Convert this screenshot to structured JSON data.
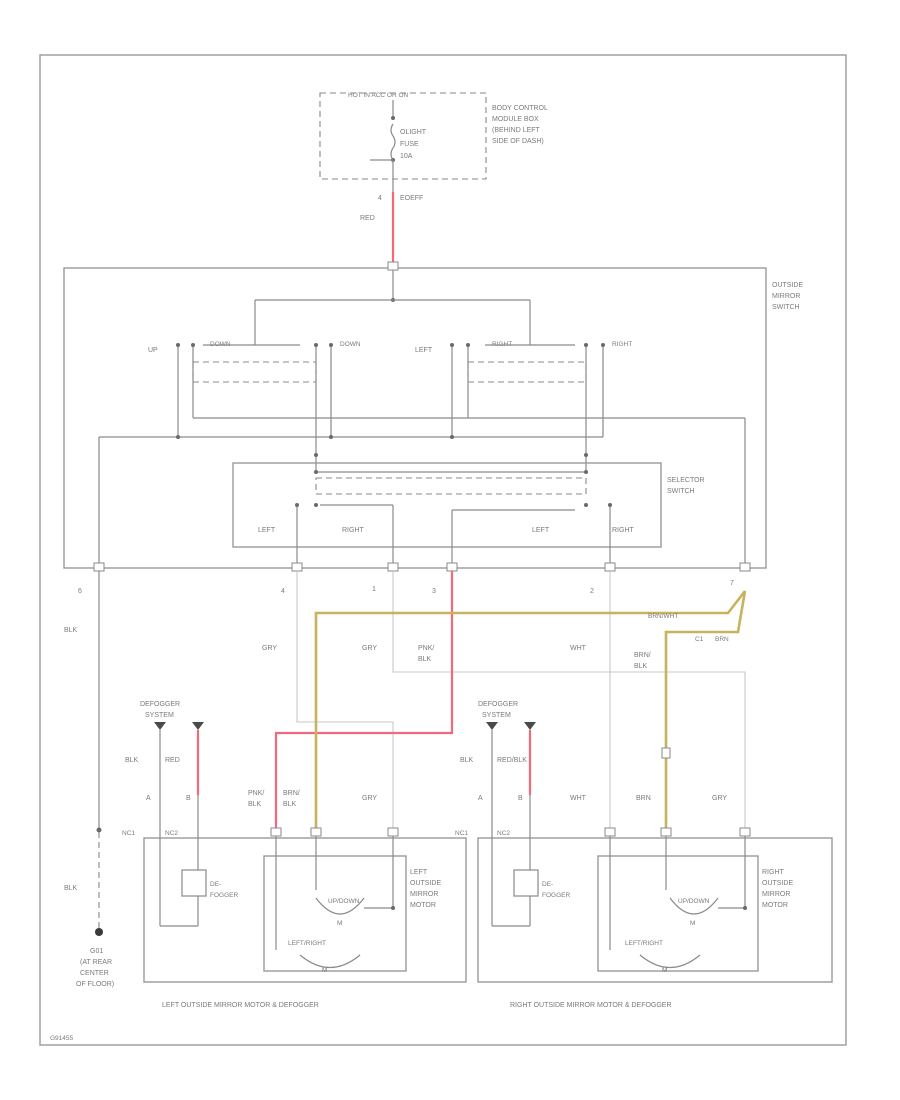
{
  "fuse_box": {
    "header": "HOT IN ACC OR ON",
    "label_lines": [
      "BODY CONTROL",
      "MODULE BOX",
      "(BEHIND LEFT",
      "SIDE OF DASH)"
    ],
    "fuse_lines": [
      "OLIGHT",
      "FUSE",
      "10A"
    ],
    "pin": "4",
    "wire_code": "EOEFF",
    "wire_color": "RED"
  },
  "mirror_switch": {
    "label_lines": [
      "OUTSIDE",
      "MIRROR",
      "SWITCH"
    ],
    "left_labels": {
      "up": "UP",
      "mid": "DOWN",
      "down": "DOWN"
    },
    "right_labels": {
      "left": "LEFT",
      "mid": "RIGHT",
      "right": "RIGHT"
    }
  },
  "selector_switch": {
    "label_lines": [
      "SELECTOR",
      "SWITCH"
    ],
    "left_labels": [
      "LEFT",
      "RIGHT"
    ],
    "right_labels": [
      "LEFT",
      "RIGHT"
    ]
  },
  "switch_pins": [
    "6",
    "4",
    "1",
    "3",
    "2",
    "7"
  ],
  "wires": {
    "blk": "BLK",
    "gry1": "GRY",
    "gry2": "GRY",
    "pnk_blk": [
      "PNK/",
      "BLK"
    ],
    "wht": "WHT",
    "brn_blk": [
      "BRN/",
      "BLK"
    ],
    "brn_wht": "BRN/WHT",
    "brn": "BRN",
    "c1": "C1"
  },
  "left_defogger": {
    "header_lines": [
      "DEFOGGER",
      "SYSTEM"
    ],
    "wires": [
      "BLK",
      "RED"
    ],
    "pins": [
      "A",
      "B"
    ],
    "connectors": [
      "NC1",
      "NC2"
    ],
    "element_lines": [
      "DE-",
      "FOGGER"
    ]
  },
  "right_defogger": {
    "header_lines": [
      "DEFOGGER",
      "SYSTEM"
    ],
    "wires": [
      "BLK",
      "RED/BLK"
    ],
    "pins": [
      "A",
      "B"
    ],
    "connectors": [
      "NC1",
      "NC2"
    ],
    "element_lines": [
      "DE-",
      "FOGGER"
    ]
  },
  "left_motor": {
    "wire_labels": {
      "pnk": [
        "PNK/",
        "BLK"
      ],
      "brn": [
        "BRN/",
        "BLK"
      ],
      "gry": "GRY"
    },
    "label_lines": [
      "LEFT",
      "OUTSIDE",
      "MIRROR",
      "MOTOR"
    ],
    "updown": "UP/DOWN",
    "leftright": "LEFT/RIGHT",
    "m": "M"
  },
  "right_motor": {
    "wire_labels": {
      "wht": "WHT",
      "brn": "BRN",
      "gry": "GRY"
    },
    "label_lines": [
      "RIGHT",
      "OUTSIDE",
      "MIRROR",
      "MOTOR"
    ],
    "updown": "UP/DOWN",
    "leftright": "LEFT/RIGHT",
    "m": "M"
  },
  "ground": {
    "wire": "BLK",
    "label_lines": [
      "G01",
      "(AT REAR",
      "CENTER",
      "OF FLOOR)"
    ]
  },
  "captions": {
    "left": "LEFT OUTSIDE MIRROR MOTOR & DEFOGGER",
    "right": "RIGHT OUTSIDE MIRROR MOTOR & DEFOGGER"
  },
  "footer_code": "G91455"
}
